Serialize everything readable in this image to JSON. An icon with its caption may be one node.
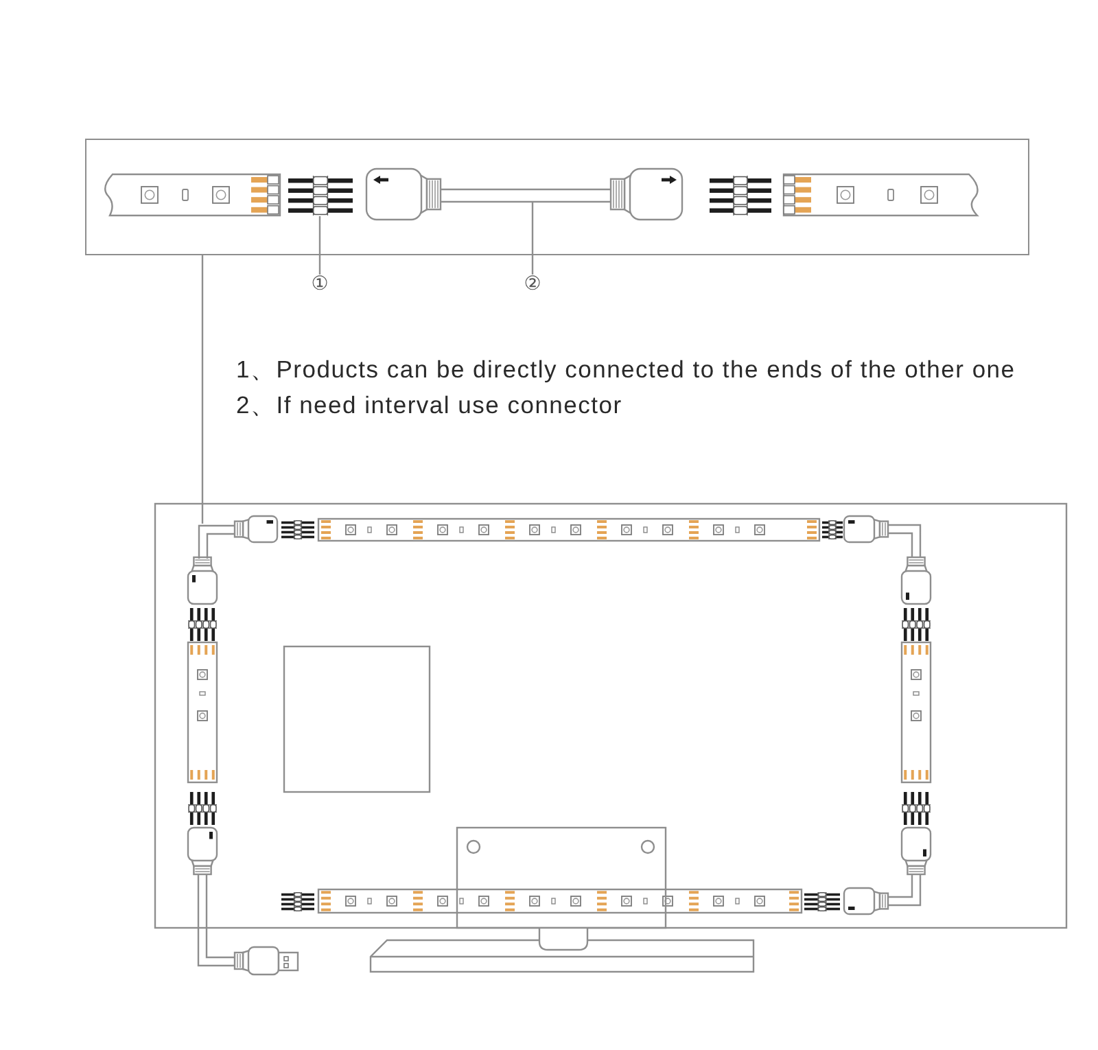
{
  "diagram": {
    "nodes": [
      {
        "text": [],
        "shape": "box"
      },
      {
        "text": [],
        "shape": "picture",
        "in": 0
      },
      {
        "text": [],
        "shape": "picture",
        "in": 0
      },
      {
        "text": [
          "①"
        ]
      },
      {
        "text": [
          "②"
        ]
      },
      {
        "text": [],
        "shape": "picture"
      }
    ],
    "edges": [
      {
        "from": 3,
        "to": 1,
        "arrow": "none"
      },
      {
        "from": 4,
        "to": 2,
        "arrow": "none"
      },
      {
        "from": 0,
        "to": 5,
        "arrow": "none"
      }
    ],
    "labels": [
      "1、Products can be directly connected to the ends of the other one",
      "2、If need interval use connector"
    ]
  }
}
